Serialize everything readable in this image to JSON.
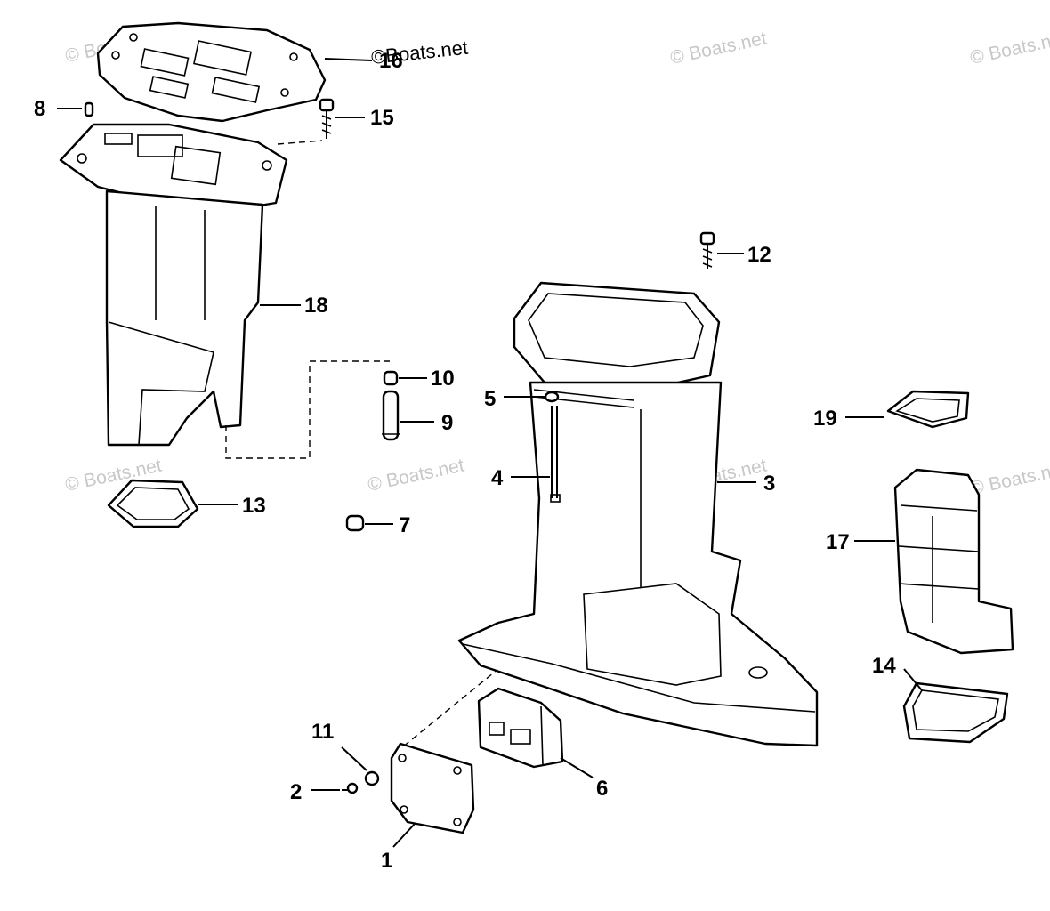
{
  "callouts": {
    "c1": "1",
    "c2": "2",
    "c3": "3",
    "c4": "4",
    "c5": "5",
    "c6": "6",
    "c7": "7",
    "c8": "8",
    "c9": "9",
    "c10": "10",
    "c11": "11",
    "c12": "12",
    "c13": "13",
    "c14": "14",
    "c15": "15",
    "c16": "16",
    "c17": "17",
    "c18": "18",
    "c19": "19"
  },
  "watermarks": {
    "faint": "© Boats.net",
    "overlay": "©Boats.net"
  },
  "colors": {
    "line": "#000000",
    "watermark": "#c8c8c8",
    "background": "#ffffff"
  }
}
